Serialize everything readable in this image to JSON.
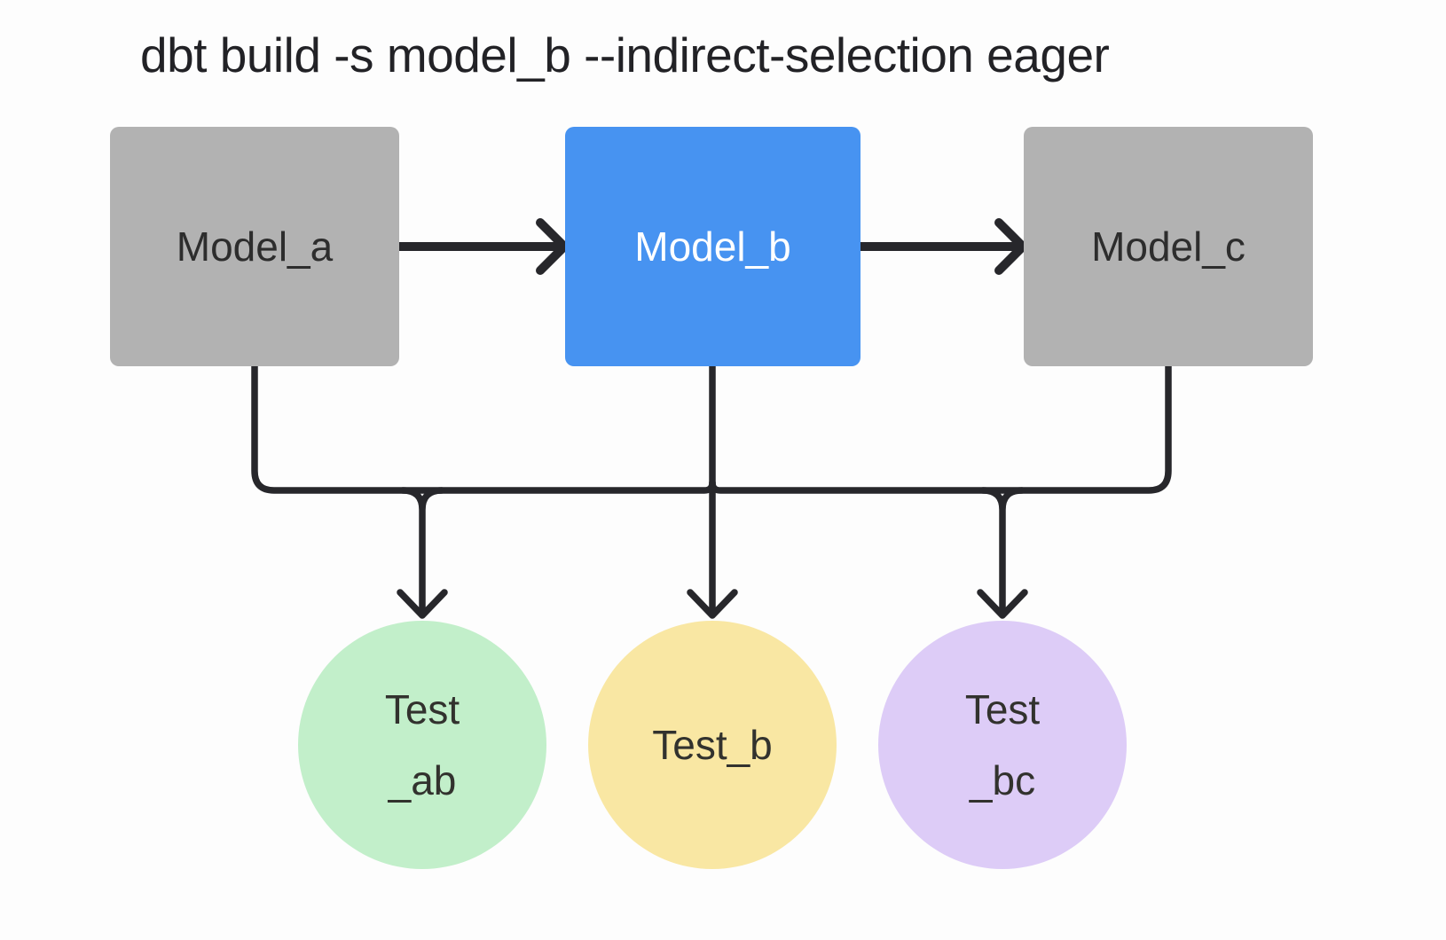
{
  "title": "dbt build -s model_b --indirect-selection eager",
  "colors": {
    "background": "#fdfdfd",
    "title_text": "#222226",
    "edge": "#27272b",
    "node_gray": "#b2b2b2",
    "node_blue": "#4793f1",
    "node_gray_text": "#2d2d2d",
    "node_blue_text": "#ffffff",
    "test_green": "#c2efca",
    "test_yellow": "#f9e7a3",
    "test_purple": "#ddccf7",
    "test_text": "#32322e"
  },
  "models": [
    {
      "id": "model_a",
      "label": "Model_a",
      "variant": "gray"
    },
    {
      "id": "model_b",
      "label": "Model_b",
      "variant": "blue"
    },
    {
      "id": "model_c",
      "label": "Model_c",
      "variant": "gray"
    }
  ],
  "tests": [
    {
      "id": "test_ab",
      "line1": "Test",
      "line2": "_ab",
      "variant": "green"
    },
    {
      "id": "test_b",
      "line1": "Test_b",
      "line2": "",
      "variant": "yellow"
    },
    {
      "id": "test_bc",
      "line1": "Test",
      "line2": "_bc",
      "variant": "purple"
    }
  ],
  "edges": [
    {
      "from": "model_a",
      "to": "model_b",
      "type": "arrow"
    },
    {
      "from": "model_b",
      "to": "model_c",
      "type": "arrow"
    },
    {
      "from": "model_a",
      "to": "test_ab",
      "type": "tree"
    },
    {
      "from": "model_b",
      "to": "test_ab",
      "type": "tree"
    },
    {
      "from": "model_b",
      "to": "test_b",
      "type": "tree"
    },
    {
      "from": "model_b",
      "to": "test_bc",
      "type": "tree"
    },
    {
      "from": "model_c",
      "to": "test_bc",
      "type": "tree"
    }
  ]
}
